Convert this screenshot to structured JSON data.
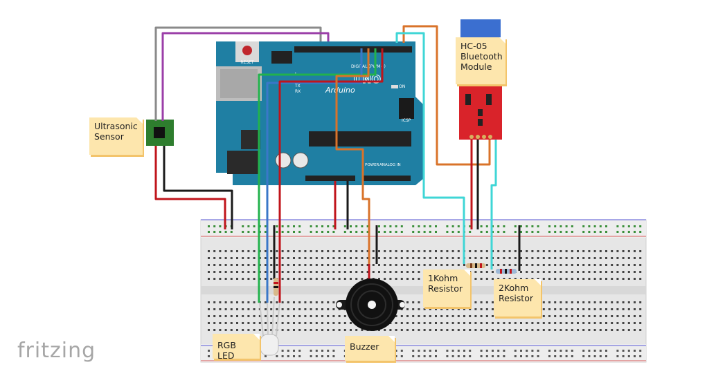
{
  "board": {
    "reset_label": "RESET",
    "brand": "Arduino",
    "uno_label": "UNO",
    "digital_label": "DIGITAL (PWM~)",
    "power_label": "POWER",
    "analog_label": "ANALOG IN",
    "icsp_label": "ICSP",
    "on_label": "ON",
    "tx_label": "TX",
    "rx_label": "RX",
    "l_label": "L"
  },
  "notes": {
    "ultrasonic": "Ultrasonic\nSensor",
    "bluetooth": "HC-05\nBluetooth\nModule",
    "resistor1": "1Kohm\nResistor",
    "resistor2": "2Kohm\nResistor",
    "rgb": "RGB LED",
    "buzzer": "Buzzer"
  },
  "logo": "fritzing",
  "colors": {
    "arduino": "#1f7fa3",
    "breadboard": "#e8e8e8",
    "note": "#fde6ad",
    "wire_red": "#c0141b",
    "wire_black": "#1a1a1a",
    "wire_green": "#22b24c",
    "wire_blue": "#3a78c8",
    "wire_orange": "#d9732a",
    "wire_cyan": "#3fd6d6",
    "wire_purple": "#9b3fa8",
    "wire_gray": "#8a8a8a",
    "hc05": "#d9232a",
    "sensor": "#2e7d2e"
  }
}
